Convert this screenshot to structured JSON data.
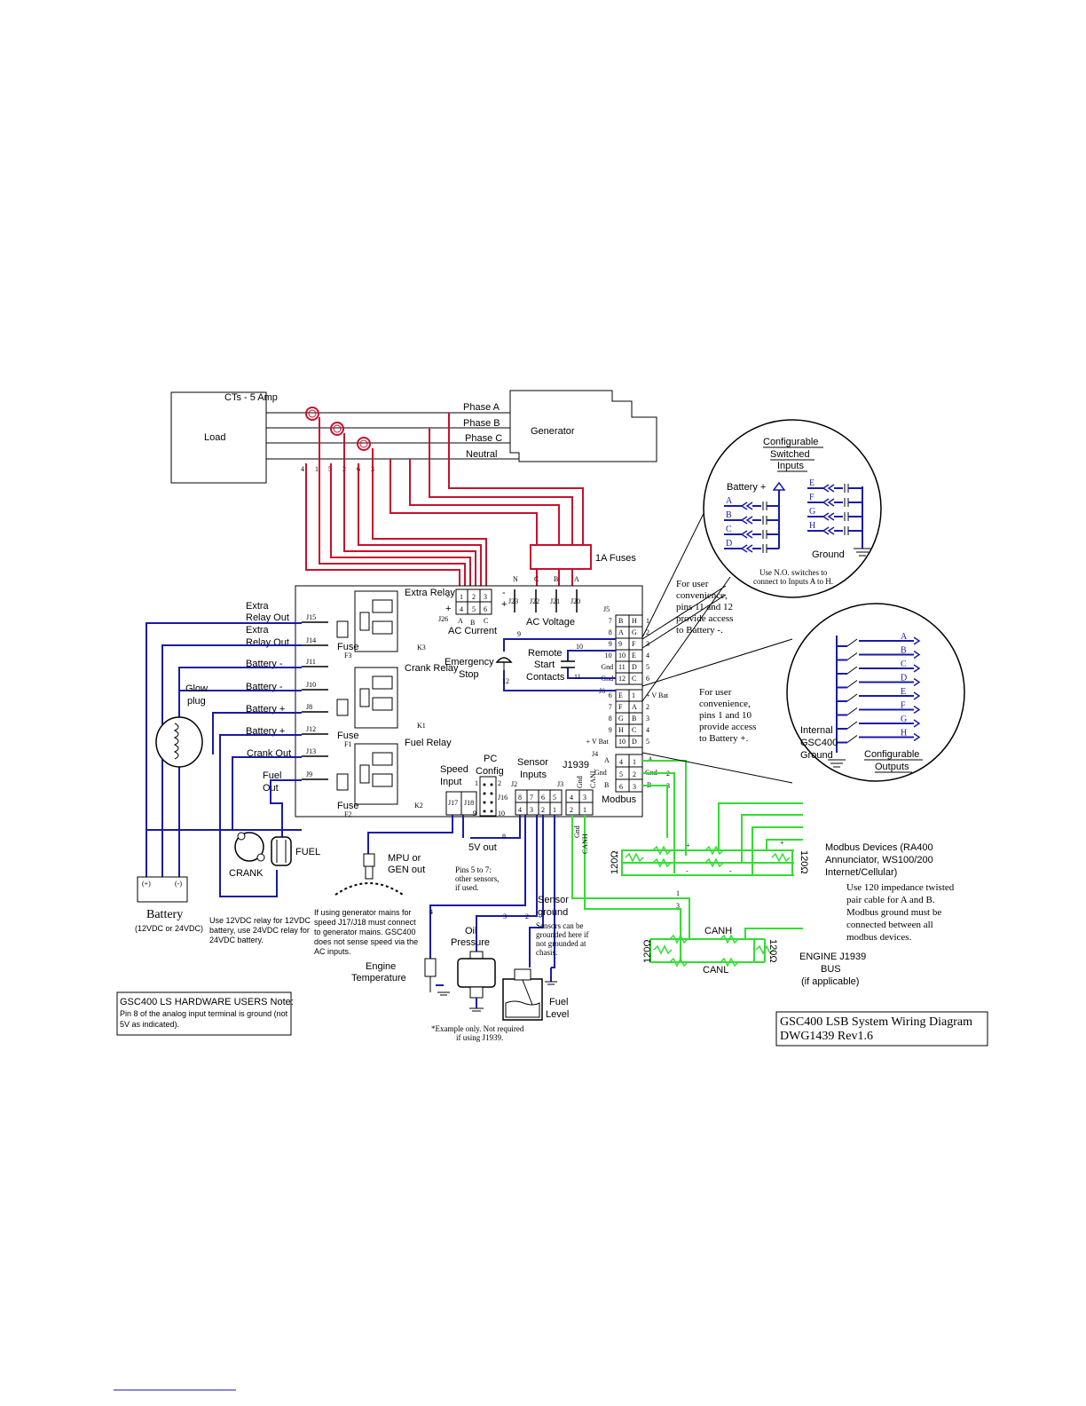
{
  "labels": {
    "load": "Load",
    "cts": "CTs - 5 Amp",
    "phase_a": "Phase A",
    "phase_b": "Phase B",
    "phase_c": "Phase C",
    "neutral": "Neutral",
    "generator": "Generator",
    "fuses_1a": "1A Fuses",
    "ct_pins": [
      "4",
      "1",
      "5",
      "2",
      "6",
      "3"
    ],
    "extra_relay_1": "Extra Relay",
    "crank_relay": "Crank Relay",
    "fuel_relay": "Fuel Relay",
    "ac_current": "AC Current",
    "ac_voltage": "AC Voltage",
    "emergency_stop": "Emergency Stop",
    "remote_start": "Remote Start Contacts",
    "speed_input": "Speed Input",
    "pc_config": "PC Config",
    "sensor_inputs": "Sensor Inputs",
    "j1939": "J1939",
    "modbus": "Modbus",
    "fuse": "Fuse",
    "extra_relay_out": "Extra Relay Out",
    "battery_minus": "Battery -",
    "battery_plus": "Battery +",
    "crank_out": "Crank Out",
    "fuel_out": "Fuel Out",
    "glow_plug": "Glow plug",
    "crank": "CRANK",
    "fuel": "FUEL",
    "battery": "Battery",
    "battery_voltage": "(12VDC or 24VDC)",
    "relay_note": "Use 12VDC relay for 12VDC battery, use 24VDC relay for 24VDC battery.",
    "mpu": "MPU or GEN out",
    "speed_note": "If using generator mains for speed J17/J18 must connect to generator mains.  GSC400 does not sense speed via the AC inputs.",
    "five_v_out": "5V out",
    "pins_note": "Pins 5 to 7: other sensors, if used.",
    "oil_pressure": "Oil Pressure",
    "engine_temp": "Engine Temperature",
    "sensor_ground": "Sensor ground",
    "sensor_ground_note": "Sensors can be grounded here if not grounded at chasis.",
    "fuel_level": "Fuel Level",
    "example_note": "*Example only.  Not required if using J1939.",
    "hw_note_title": "GSC400 LS HARDWARE USERS Note:",
    "hw_note_body": "Pin 8 of the analog input terminal is ground (not 5V as indicated).",
    "title_line1": "GSC400 LSB System Wiring Diagram",
    "title_line2": "DWG1439 Rev1.6",
    "config_switched_inputs": "Configurable Switched Inputs",
    "battery_plus_sym": "Battery +",
    "ground": "Ground",
    "no_switch_note": "Use N.O. switches to connect to Inputs A to H.",
    "user_conv_1": "For user convenience, pins 11 and 12 provide access to Battery -.",
    "user_conv_2": "For user convenience, pins 1 and 10 provide access to Battery +.",
    "internal_ground": "Internal GSC400 Ground",
    "config_outputs": "Configurable Outputs",
    "modbus_devices": "Modbus Devices (RA400 Annunciator, WS100/200 Internet/Cellular)",
    "twisted_note": "Use 120 impedance twisted pair cable for A and B. Modbus ground must be connected between all modbus devices.",
    "canh": "CANH",
    "canl": "CANL",
    "engine_bus": "ENGINE J1939 BUS (if applicable)",
    "ohm": "120Ω",
    "vbat": "+ V Bat",
    "gnd": "Gnd"
  },
  "connectors": {
    "j15": "J15",
    "j14": "J14",
    "j11": "J11",
    "j10": "J10",
    "j8": "J8",
    "j12": "J12",
    "j13": "J13",
    "j9": "J9",
    "j26": "J26",
    "j23": "J23",
    "j22": "J22",
    "j21": "J21",
    "j20": "J20",
    "j5": "J5",
    "j6": "J6",
    "j4": "J4",
    "j17": "J17",
    "j18": "J18",
    "j16": "J16",
    "j2": "J2",
    "j3": "J3",
    "k1": "K1",
    "k2": "K2",
    "k3": "K3",
    "f1": "F1",
    "f2": "F2",
    "f3": "F3"
  },
  "inputs_letters": [
    "A",
    "B",
    "C",
    "D",
    "E",
    "F",
    "G",
    "H"
  ],
  "j5_rows": [
    {
      "l": "7",
      "a": "B",
      "b": "H",
      "r": "1"
    },
    {
      "l": "8",
      "a": "A",
      "b": "G",
      "r": "2"
    },
    {
      "l": "9",
      "a": "9",
      "b": "F",
      "r": "3"
    },
    {
      "l": "10",
      "a": "10",
      "b": "E",
      "r": "4"
    },
    {
      "l": "Gnd",
      "a": "11",
      "b": "D",
      "r": "5"
    },
    {
      "l": "Gnd",
      "a": "12",
      "b": "C",
      "r": "6"
    }
  ],
  "j6_rows": [
    {
      "l": "6",
      "a": "E",
      "b": "1",
      "r": "+ V Bat"
    },
    {
      "l": "7",
      "a": "F",
      "b": "A",
      "r": "2"
    },
    {
      "l": "8",
      "a": "G",
      "b": "B",
      "r": "3"
    },
    {
      "l": "9",
      "a": "H",
      "b": "C",
      "r": "4"
    },
    {
      "l": "+ V Bat",
      "a": "10",
      "b": "D",
      "r": "5"
    }
  ]
}
